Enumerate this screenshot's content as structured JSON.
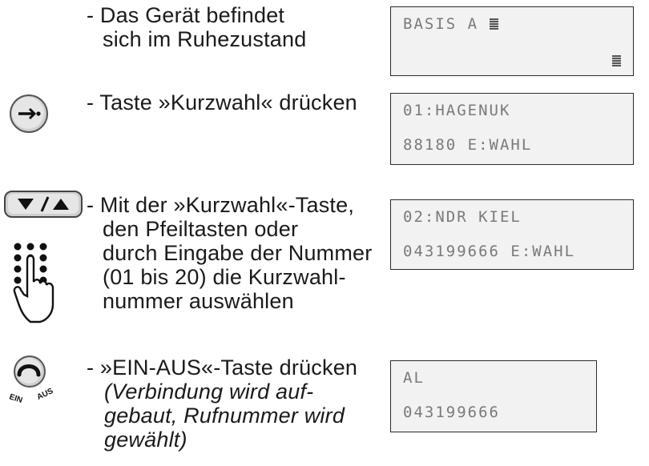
{
  "steps": [
    {
      "text": [
        "- Das Gerät befindet",
        "sich im Ruhezustand"
      ],
      "display": [
        "BASIS A",
        ""
      ]
    },
    {
      "text": [
        "- Taste »Kurzwahl« drücken"
      ],
      "display": [
        "01:HAGENUK",
        "88180 E:WAHL"
      ]
    },
    {
      "text": [
        "- Mit der »Kurzwahl«-Taste,",
        "den Pfeiltasten oder",
        "durch Eingabe der Nummer",
        "(01 bis 20) die Kurzwahl-",
        "nummer auswählen"
      ],
      "display": [
        "02:NDR KIEL",
        "043199666 E:WAHL"
      ]
    },
    {
      "text": [
        "- »EIN-AUS«-Taste drücken"
      ],
      "note": [
        "(Verbindung wird auf-",
        "gebaut, Rufnummer wird",
        "gewählt)"
      ],
      "display": [
        "AL",
        "043199666"
      ]
    }
  ],
  "icons": {
    "kurzwahl_key": "speed-dial-key-icon",
    "arrow_keys": "arrow-up-down-keys-icon",
    "keypad": "keypad-hand-icon",
    "power_key": "ein-aus-key-icon",
    "power_key_label_left": "EIN",
    "power_key_label_right": "AUS"
  }
}
